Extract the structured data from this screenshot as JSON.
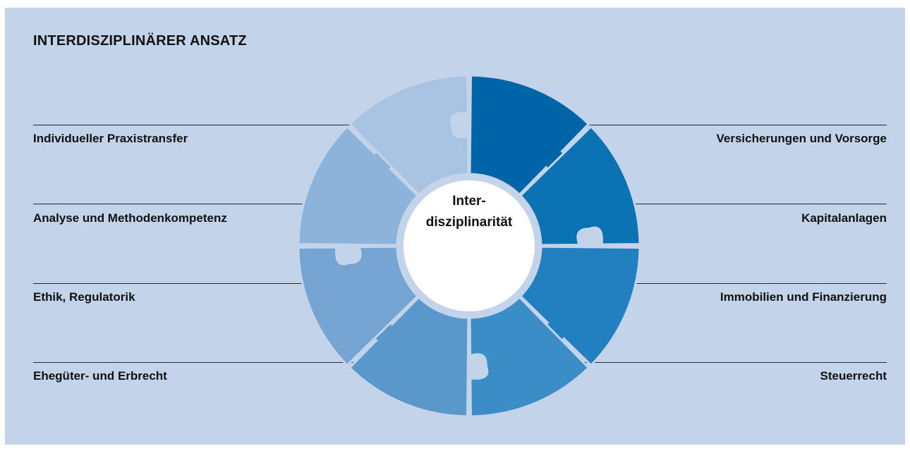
{
  "title": "INTERDISZIPLINÄRER ANSATZ",
  "center": {
    "line1": "Inter-",
    "line2": "disziplinarität"
  },
  "left_items": [
    "Individueller Praxistransfer",
    "Analyse und Methodenkompetenz",
    "Ethik, Regulatorik",
    "Ehegüter- und Erbrecht"
  ],
  "right_items": [
    "Versicherungen und Vorsorge",
    "Kapitalanlagen",
    "Immobilien und Finanzierung",
    "Steuerrecht"
  ],
  "colors": {
    "background": "#c2d3ea",
    "segments": [
      "#0064a8",
      "#0b72b4",
      "#2380c0",
      "#3b8dc8",
      "#5a98cc",
      "#74a5d2",
      "#8eb3da",
      "#a8c2e2"
    ],
    "ring": "#c2d3ea",
    "center_disc": "#ffffff"
  }
}
